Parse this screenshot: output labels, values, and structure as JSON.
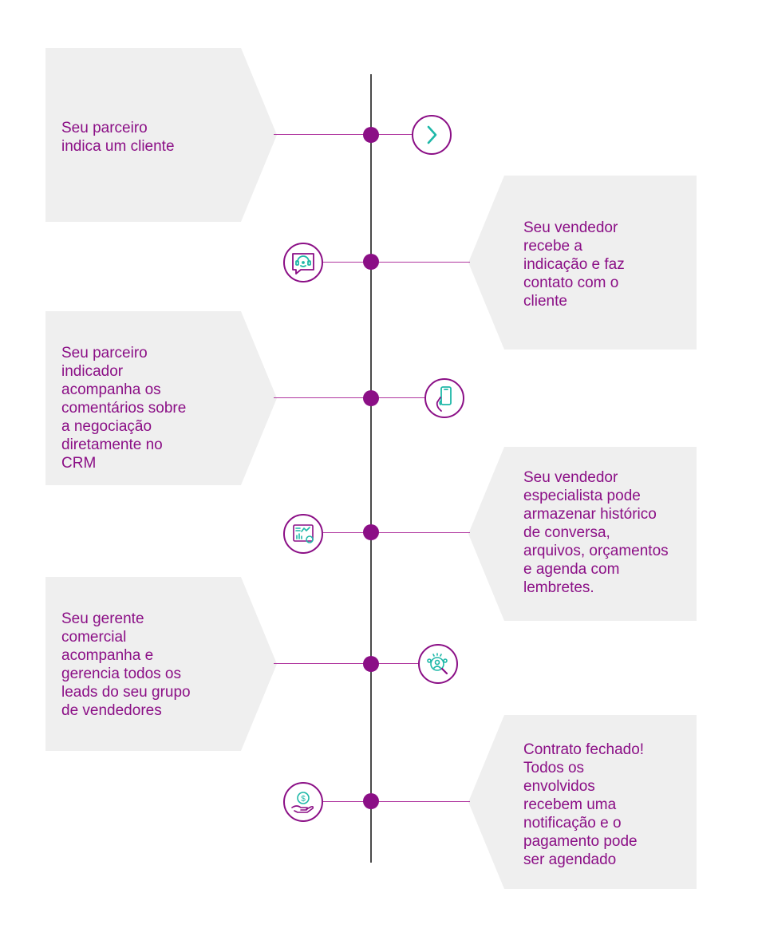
{
  "colors": {
    "accent": "#8b0f86",
    "card": "#efefef",
    "teal": "#1eb8a8",
    "axis": "#4a4a4a"
  },
  "steps": [
    {
      "text": "Seu parceiro\nindica um cliente",
      "icon": "chevron-right-icon"
    },
    {
      "text": "Seu vendedor\nrecebe a\nindicação e faz\ncontato com o\ncliente",
      "icon": "headset-chat-icon"
    },
    {
      "text": "Seu parceiro\nindicador\nacompanha os\ncomentários sobre\na negociação\ndiretamente no\nCRM",
      "icon": "smartphone-hand-icon"
    },
    {
      "text": "Seu vendedor\nespecialista pode\narmazenar histórico\nde conversa,\narquivos, orçamentos\ne agenda com\nlembretes.",
      "icon": "dashboard-analytics-icon"
    },
    {
      "text": "Seu gerente\ncomercial\nacompanha e\ngerencia todos os\nleads do seu grupo\nde vendedores",
      "icon": "team-search-icon"
    },
    {
      "text": "Contrato fechado!\nTodos os\nenvolvidos\nrecebem uma\nnotificação e o\npagamento pode\nser agendado",
      "icon": "money-hand-icon"
    }
  ]
}
